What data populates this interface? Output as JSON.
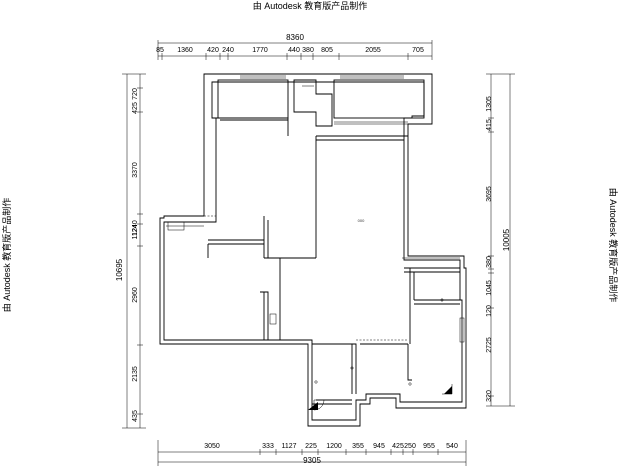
{
  "watermark": {
    "top": "由 Autodesk 教育版产品制作",
    "left": "由 Autodesk 教育版产品制作",
    "right": "由 Autodesk 教育版产品制作"
  },
  "dimensions": {
    "top_total": "8360",
    "top_segments": [
      "85",
      "1360",
      "420",
      "240",
      "1770",
      "440",
      "380",
      "805",
      "2055",
      "705"
    ],
    "bottom_total": "9305",
    "bottom_segments": [
      "3050",
      "333",
      "1127",
      "225",
      "1200",
      "355",
      "945",
      "425",
      "250",
      "955",
      "540"
    ],
    "left_total": "10695",
    "left_segments": [
      "425",
      "720",
      "3370",
      "1124",
      "1240",
      "2960",
      "2135",
      "435"
    ],
    "right_total": "10005",
    "right_segments": [
      "1305",
      "415",
      "3695",
      "380",
      "120",
      "1045",
      "2725",
      "320"
    ]
  },
  "room_labels": {
    "center": "000"
  }
}
